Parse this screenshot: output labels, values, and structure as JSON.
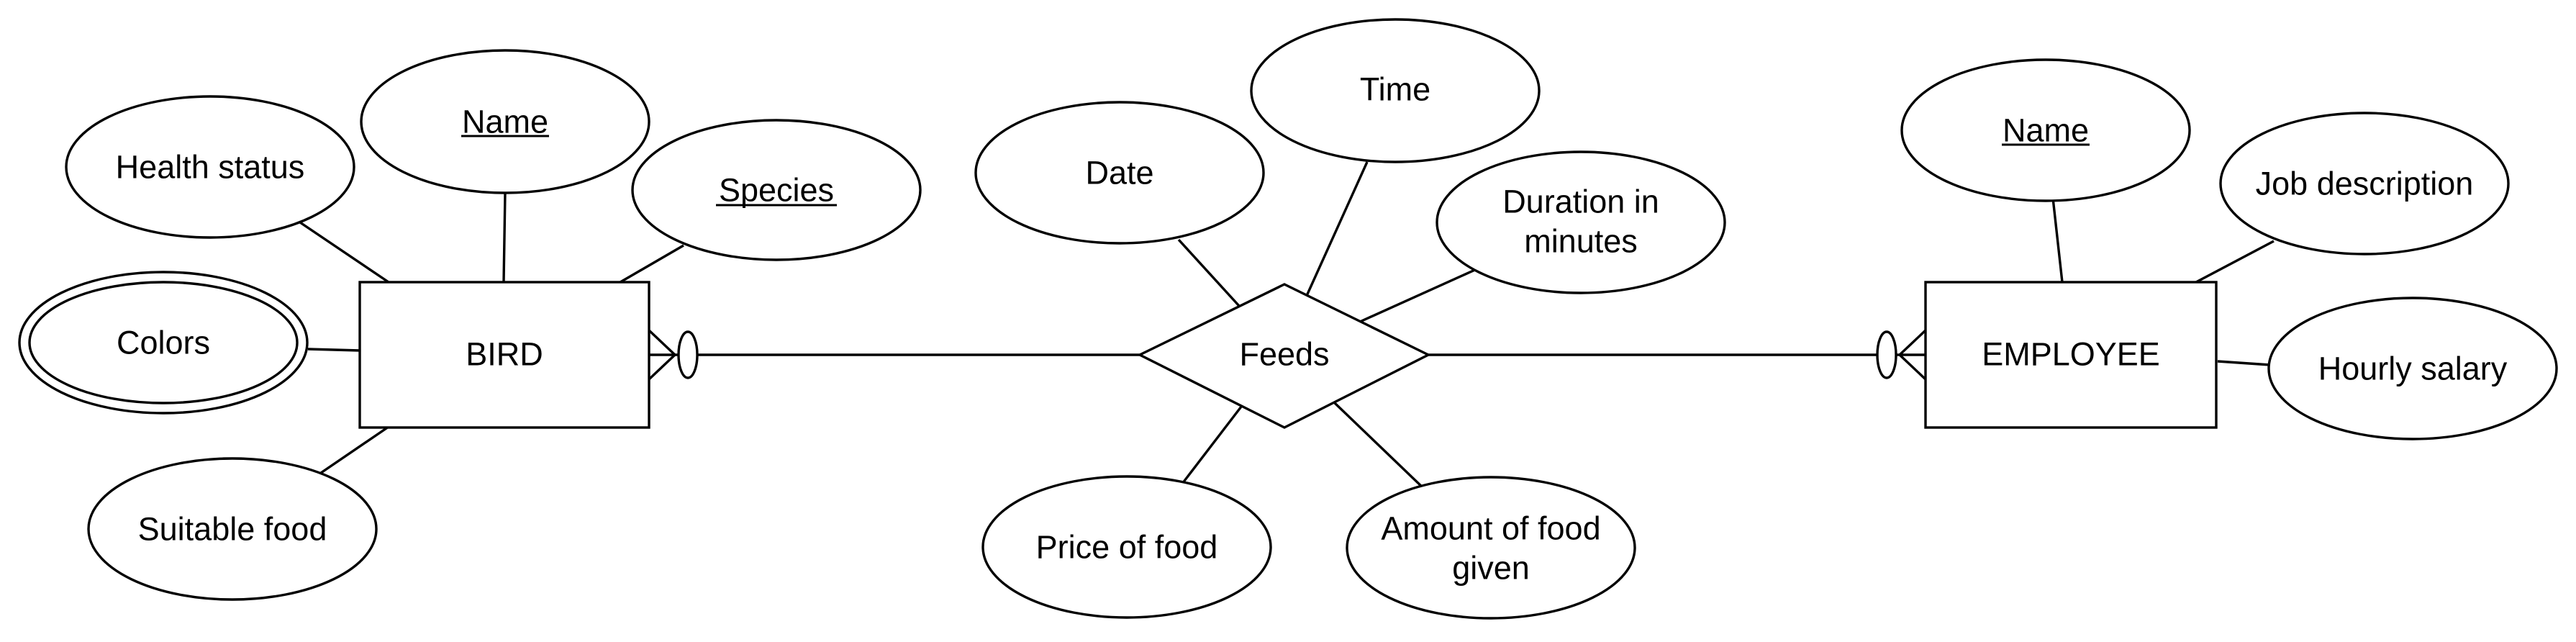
{
  "entities": {
    "bird": "BIRD",
    "employee": "EMPLOYEE"
  },
  "relationship": "Feeds",
  "bird_attributes": {
    "health_status": "Health status",
    "name": "Name",
    "species": "Species",
    "colors": "Colors",
    "suitable_food": "Suitable food"
  },
  "feeds_attributes": {
    "date": "Date",
    "time": "Time",
    "duration_line1": "Duration in",
    "duration_line2": "minutes",
    "price_of_food": "Price of food",
    "amount_line1": "Amount of food",
    "amount_line2": "given"
  },
  "employee_attributes": {
    "name": "Name",
    "job_description": "Job description",
    "hourly_salary": "Hourly salary"
  }
}
